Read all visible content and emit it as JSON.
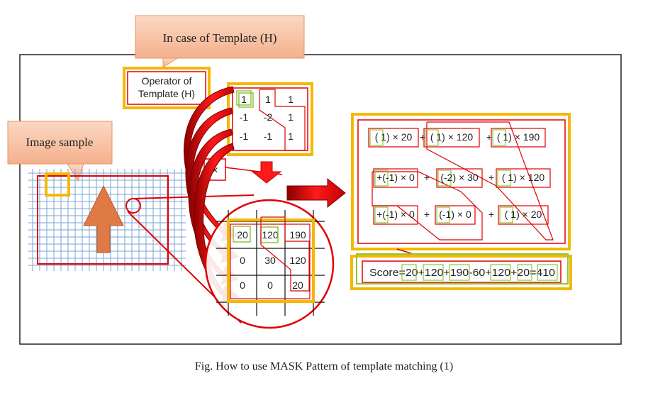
{
  "callouts": {
    "template_title": "In case of Template (H)",
    "image_sample": "Image sample"
  },
  "operator_label": {
    "line1": "Operator of",
    "line2": "Template (H)"
  },
  "template_matrix": [
    [
      "1",
      "1",
      "1"
    ],
    [
      "-1",
      "-2",
      "1"
    ],
    [
      "-1",
      "-1",
      "1"
    ]
  ],
  "multiply_symbol": "×",
  "image_patch": [
    [
      "20",
      "120",
      "190"
    ],
    [
      "0",
      "30",
      "120"
    ],
    [
      "0",
      "0",
      "20"
    ]
  ],
  "terms": [
    [
      "( 1) × 20",
      "+",
      "( 1) × 120",
      "+",
      "( 1) × 190"
    ],
    [
      "+(-1) × 0",
      "+",
      "(-2) × 30",
      "+",
      "( 1) × 120"
    ],
    [
      "+(-1) × 0",
      "+",
      "(-1) × 0",
      "+",
      "( 1) × 20"
    ]
  ],
  "score_text": "Score=20+120+190-60+120+20=410",
  "caption": "Fig. How to use MASK Pattern of template matching (1)",
  "colors": {
    "frame": "#222222",
    "red": "#e00000",
    "orange": "#f5b800",
    "green": "#8cc63e",
    "callout_fill": "#f7c5a8",
    "callout_stroke": "#e8946a",
    "grid_blue": "#7aa6d8",
    "arrow_fill": "#e07a45"
  }
}
